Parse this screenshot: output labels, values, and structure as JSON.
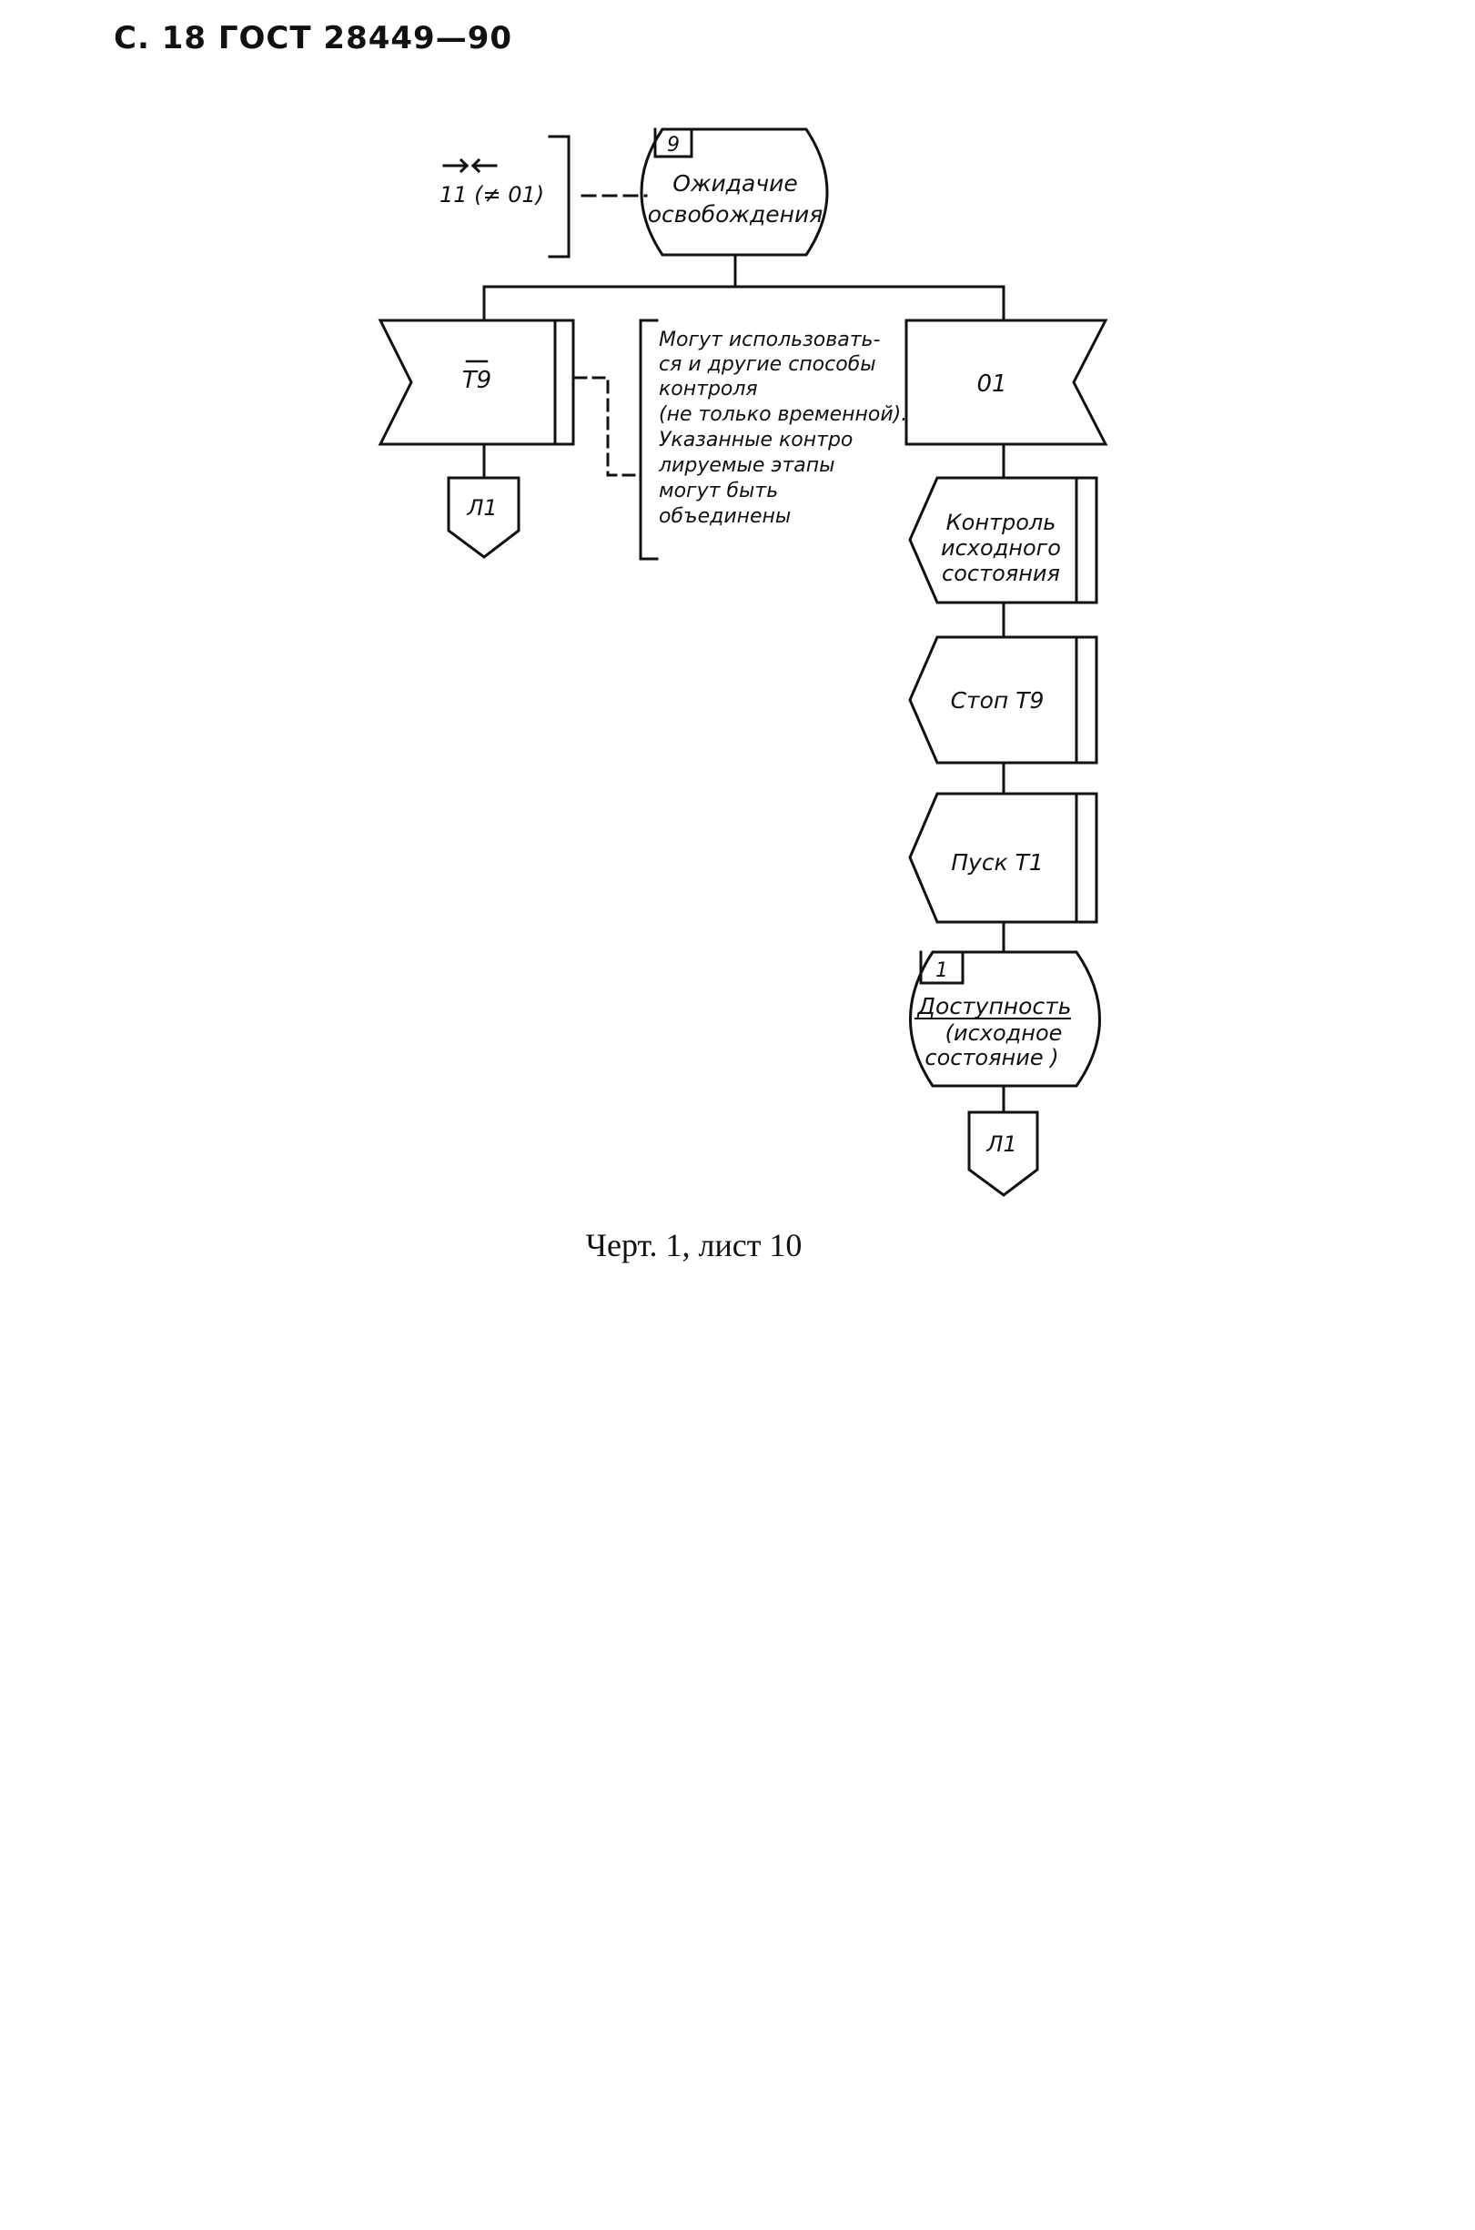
{
  "header": {
    "text": "С. 18 ГОСТ 28449—90"
  },
  "diagram": {
    "side_condition": "11 (≠ 01)",
    "state_9": {
      "number": "9",
      "line1": "Ожидачие",
      "line2": "освобождения"
    },
    "event_t9": {
      "label": "T9"
    },
    "connector_left": {
      "label": "Л1"
    },
    "note": {
      "line1": "Могут использовать-",
      "line2": "ся и другие способы",
      "line3": "контроля",
      "line4": "(не только временной).",
      "line5": "Указанные контро",
      "line6": "лируемые этапы",
      "line7": "могут быть",
      "line8": "объединены"
    },
    "event_01": {
      "label": "01"
    },
    "task_control": {
      "line1": "Контроль",
      "line2": "исходного",
      "line3": "состояния"
    },
    "task_stop": {
      "label": "Стоп T9"
    },
    "task_start": {
      "label": "Пуск T1"
    },
    "state_1": {
      "number": "1",
      "line1": "Доступность",
      "line2": "(исходное",
      "line3": "состояние )"
    },
    "connector_bottom": {
      "label": "Л1"
    }
  },
  "caption": {
    "text": "Черт. 1, лист 10"
  },
  "colors": {
    "ink": "#111111",
    "paper": "#ffffff"
  }
}
